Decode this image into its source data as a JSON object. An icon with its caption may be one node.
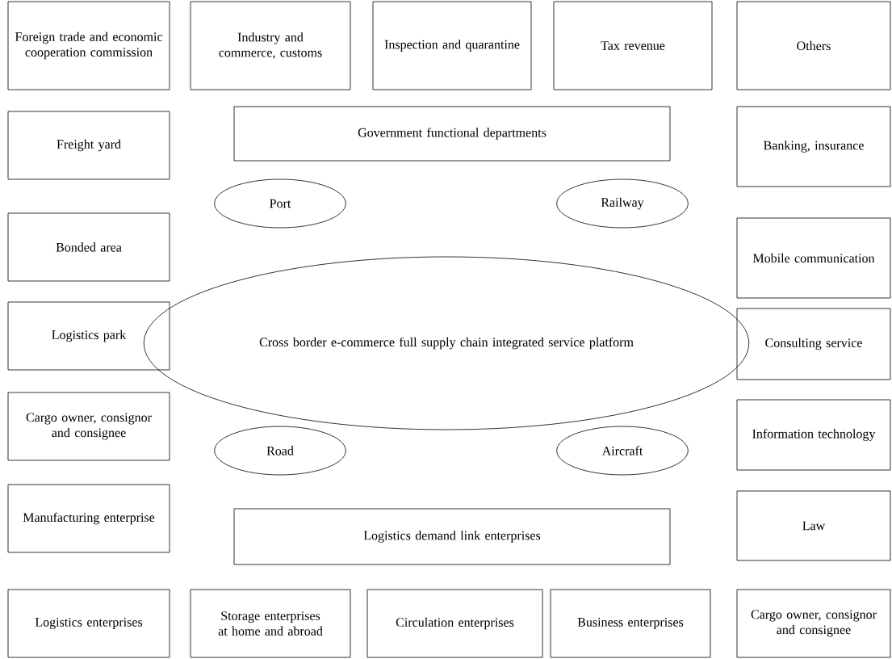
{
  "diagram": {
    "nodes": [
      {
        "text": [
          "Foreign trade and economic cooperation commission"
        ]
      },
      {
        "text": [
          "Industry and commerce, customs"
        ]
      },
      {
        "text": [
          "Inspection and quarantine"
        ]
      },
      {
        "text": [
          "Tax revenue"
        ]
      },
      {
        "text": [
          "Others"
        ]
      },
      {
        "text": [
          "Freight yard"
        ]
      },
      {
        "text": [
          "Government functional departments"
        ]
      },
      {
        "text": [
          "Banking, insurance"
        ]
      },
      {
        "text": [
          "Port"
        ]
      },
      {
        "text": [
          "Railway"
        ]
      },
      {
        "text": [
          "Bonded area"
        ]
      },
      {
        "text": [
          "Mobile communication"
        ]
      },
      {
        "text": [
          "Cross border e-commerce full supply chain integrated service platform"
        ]
      },
      {
        "text": [
          "Logistics park"
        ]
      },
      {
        "text": [
          "Consulting service"
        ]
      },
      {
        "text": [
          "Cargo owner, consignor and consignee"
        ]
      },
      {
        "text": [
          "Road"
        ]
      },
      {
        "text": [
          "Aircraft"
        ]
      },
      {
        "text": [
          "Information technology"
        ]
      },
      {
        "text": [
          "Manufacturing enterprise"
        ]
      },
      {
        "text": [
          "Logistics demand link enterprises"
        ]
      },
      {
        "text": [
          "Law"
        ]
      },
      {
        "text": [
          "Logistics enterprises"
        ]
      },
      {
        "text": [
          "Storage enterprises at home and abroad"
        ]
      },
      {
        "text": [
          "Circulation enterprises"
        ]
      },
      {
        "text": [
          "Business enterprises"
        ]
      },
      {
        "text": [
          "Cargo owner, consignor and consignee"
        ]
      }
    ]
  }
}
